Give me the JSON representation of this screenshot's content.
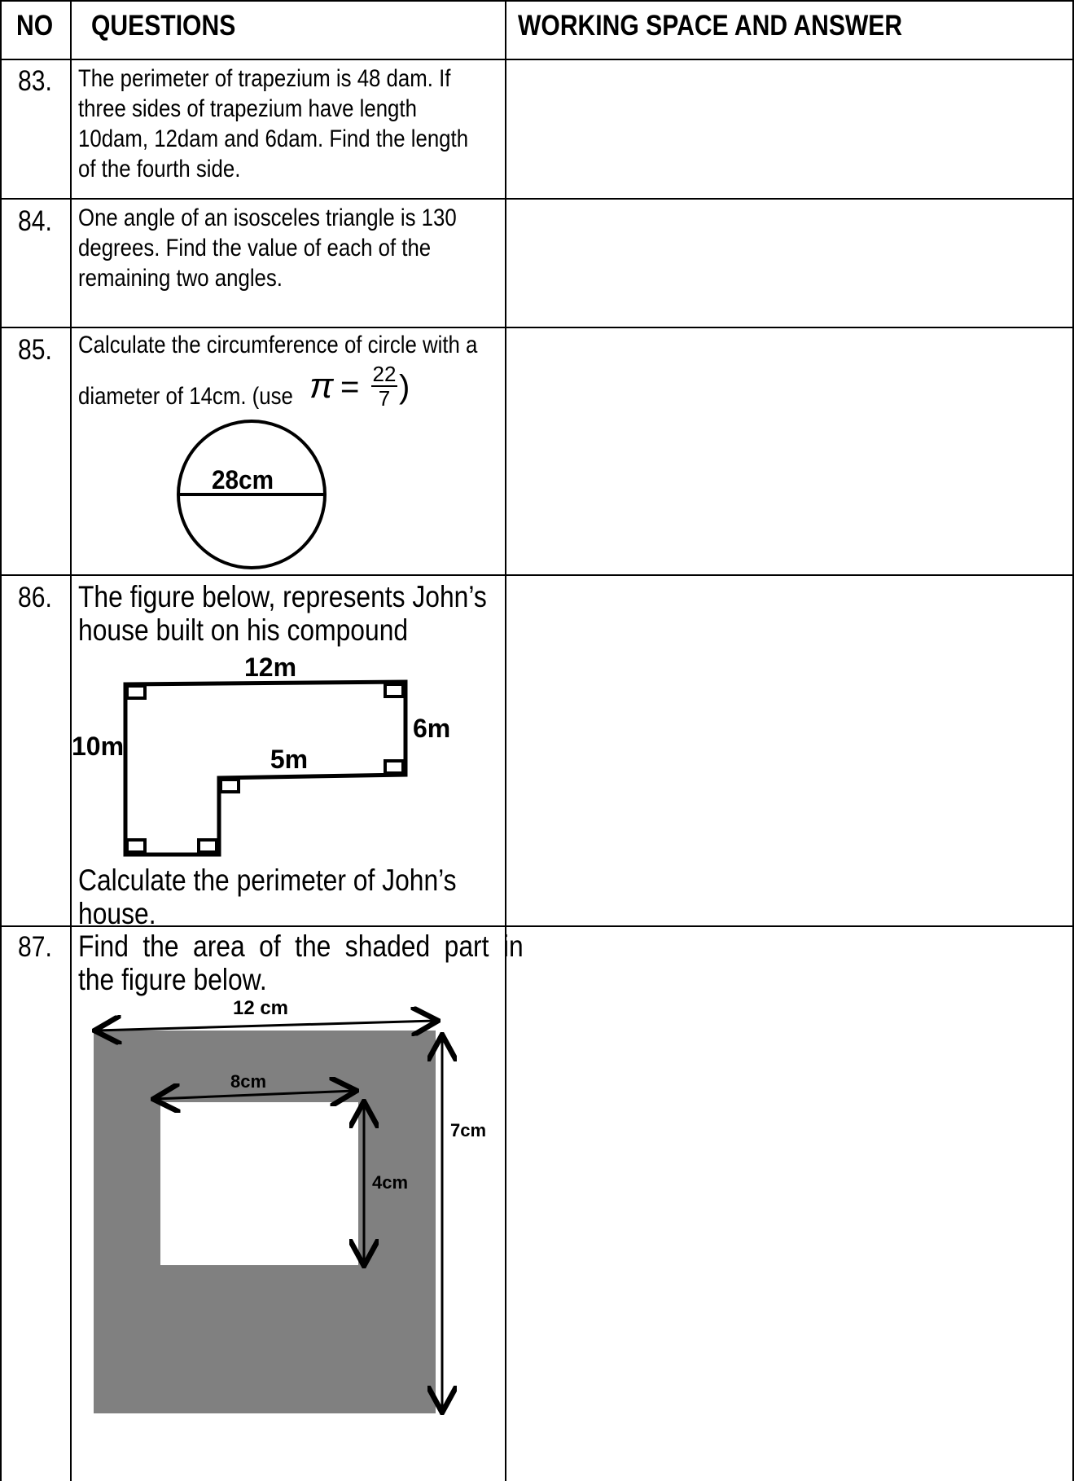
{
  "header": {
    "no": "NO",
    "questions": "QUESTIONS",
    "working": "WORKING SPACE AND ANSWER"
  },
  "q83": {
    "number": "83.",
    "lines": [
      "The perimeter of trapezium is 48 dam.  If",
      "three sides of trapezium have length",
      "10dam, 12dam and 6dam.  Find the length",
      "of the fourth side."
    ]
  },
  "q84": {
    "number": "84.",
    "lines": [
      "One angle of an isosceles triangle is 130",
      "degrees.  Find the value of each of the",
      "remaining two angles."
    ]
  },
  "q85": {
    "number": "85.",
    "line1": "Calculate the circumference of circle with a",
    "line2": "diameter of 14cm.  (use",
    "pi": "π",
    "equals": "=",
    "numerator": "22",
    "denominator": "7",
    "close": ")",
    "diameter_label": "28cm"
  },
  "q86": {
    "number": "86.",
    "intro": [
      "The figure below, represents John’s",
      "house built on his compound"
    ],
    "labels": {
      "top": "12m",
      "right": "6m",
      "left": "10m",
      "inner": "5m"
    },
    "outro": [
      "Calculate the perimeter of John’s",
      "house."
    ]
  },
  "q87": {
    "number": "87.",
    "intro": [
      "Find the area of the shaded part in",
      "the  figure below."
    ],
    "labels": {
      "outer_width": "12 cm",
      "inner_width": "8cm",
      "inner_height": "4cm",
      "outer_height": "7cm"
    },
    "shade_color": "#808080"
  }
}
